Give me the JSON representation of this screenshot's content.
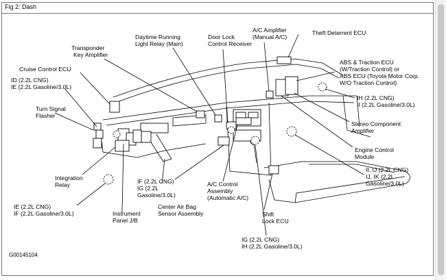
{
  "figure": {
    "caption": "Fig 2: Dash",
    "id_code": "G00145104"
  },
  "labels": {
    "transponder": [
      "Transponder",
      "Key Amplifier"
    ],
    "daytime": [
      "Daytime Running",
      "Light Relay (Main)"
    ],
    "doorlock": [
      "Door Lock",
      "Control Receiver"
    ],
    "ac_amp": [
      "A/C Amplifier",
      "(Manual A/C)"
    ],
    "theft": [
      "Theft Deterrent ECU"
    ],
    "abs": [
      "ABS & Traction ECU",
      "(W/Traction Control) or",
      "ABS ECU (Toyota Motor Corp.",
      "W/O Traction Control)"
    ],
    "cruise": [
      "Cruise Control ECU"
    ],
    "id_ie": [
      "ID (2.2L CNG)",
      "IE (2.2L Gasoline/3.0L)"
    ],
    "ih_ii": [
      "IH (2.2L CNG)",
      "II (2.2L Gasoline/3.0L)"
    ],
    "turn": [
      "Turn Signal",
      "Flasher"
    ],
    "stereo": [
      "Stereo Component",
      "Amplifier"
    ],
    "engine": [
      "Engine Control",
      "Module"
    ],
    "ii_ij": [
      "II, IJ (2.2L CNG)",
      "IJ, IK (2.2L",
      "Gasoline/3.0L)"
    ],
    "integration": [
      "Integration",
      "Relay"
    ],
    "if_ig": [
      "IF (2.2L CNG)",
      "IG (2.2L",
      "Gasoline/3.0L)"
    ],
    "ac_control": [
      "A/C Control",
      "Assembly",
      "(Automatic A/C)"
    ],
    "ie_if": [
      "IE (2.2L CNG)",
      "IF (2.2L Gasoline/3.0L)"
    ],
    "instrument": [
      "Instrument",
      "Panel J/B"
    ],
    "airbag": [
      "Center Air Bag",
      "Sensor Assembly"
    ],
    "shift": [
      "Shift",
      "Lock ECU"
    ],
    "ig_ih": [
      "IG (2.2L CNG)",
      "IH (2.2L Gasoline/3.0L)"
    ]
  }
}
